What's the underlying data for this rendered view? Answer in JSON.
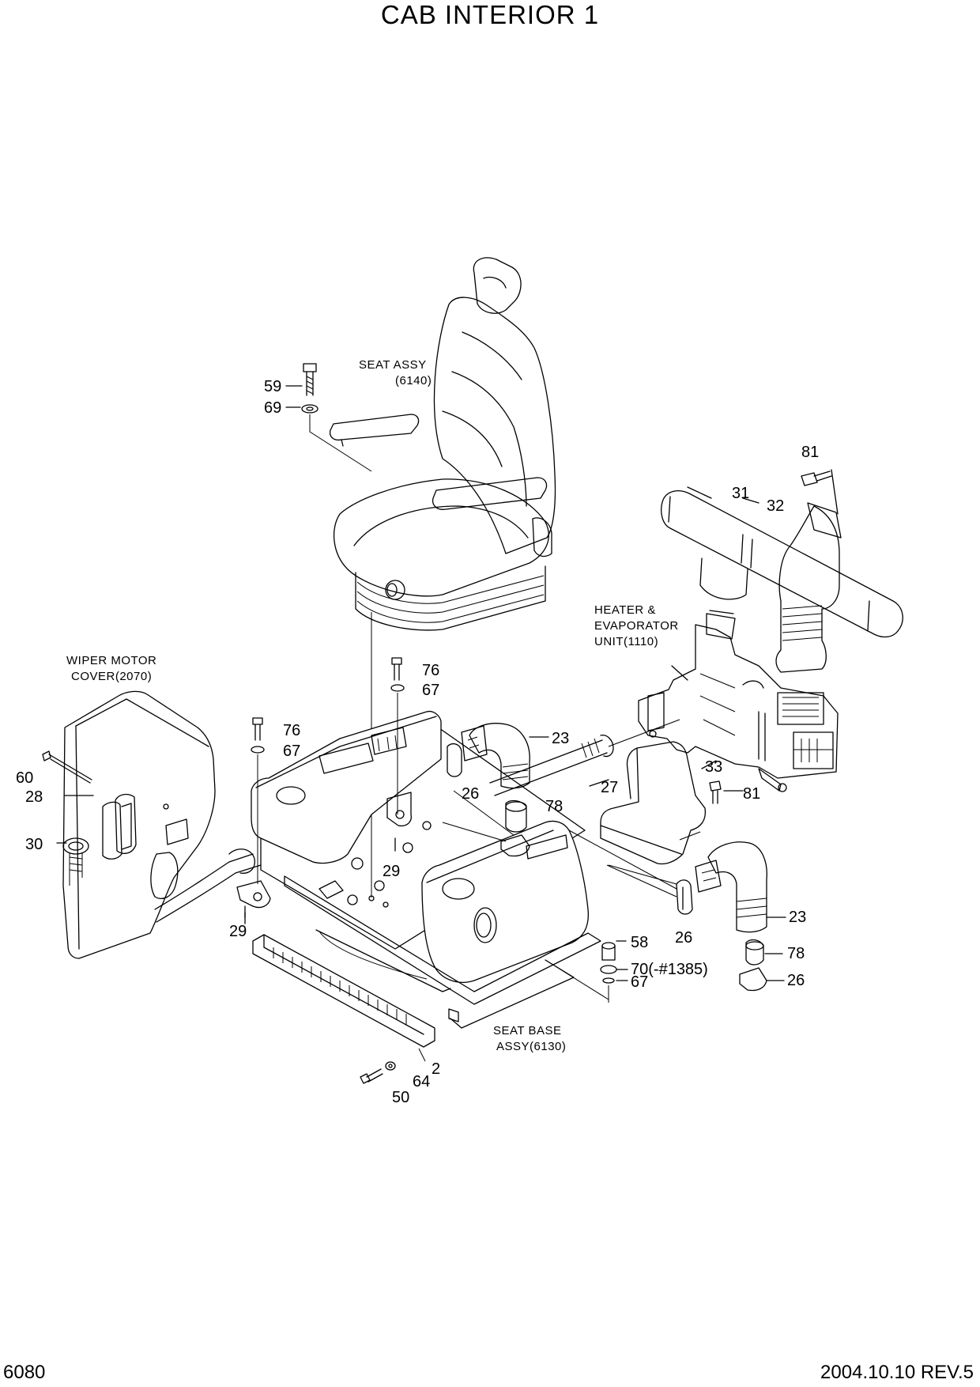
{
  "title": "CAB INTERIOR 1",
  "page_number": "6080",
  "revision": "2004.10.10  REV.5",
  "assembly_labels": {
    "seat_assy_1": "SEAT ASSY",
    "seat_assy_2": "(6140)",
    "heater_1": "HEATER &",
    "heater_2": "EVAPORATOR",
    "heater_3": "UNIT(1110)",
    "wiper_1": "WIPER MOTOR",
    "wiper_2": "COVER(2070)",
    "seat_base_1": "SEAT BASE",
    "seat_base_2": "ASSY(6130)"
  },
  "callouts": {
    "c59": "59",
    "c69": "69",
    "c81a": "81",
    "c31": "31",
    "c32": "32",
    "c76a": "76",
    "c67a": "67",
    "c76b": "76",
    "c67b": "67",
    "c23a": "23",
    "c26a": "26",
    "c27": "27",
    "c78a": "78",
    "c33": "33",
    "c81b": "81",
    "c60": "60",
    "c28": "28",
    "c30": "30",
    "c29a": "29",
    "c29b": "29",
    "c26b": "26",
    "c23b": "23",
    "c58": "58",
    "c70": "70(-#1385)",
    "c67c": "67",
    "c78b": "78",
    "c26c": "26",
    "c2": "2",
    "c64": "64",
    "c50": "50"
  }
}
